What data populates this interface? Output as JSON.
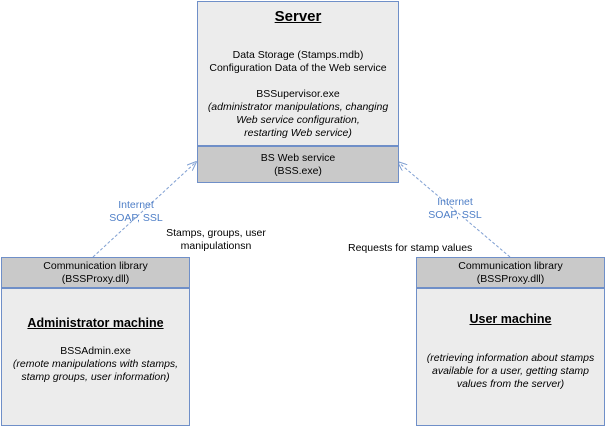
{
  "server": {
    "title": "Server",
    "storage_lines": [
      "Data Storage (Stamps.mdb)",
      "Configuration Data of the Web service"
    ],
    "supervisor_exe": "BSSupervisor.exe",
    "supervisor_desc_lines": [
      "(administrator manipulations, changing",
      "Web service configuration,",
      "restarting Web service)"
    ],
    "web_service_lines": [
      "BS Web service",
      "(BSS.exe)"
    ]
  },
  "admin_machine": {
    "library_lines": [
      "Communication library",
      "(BSSProxy.dll)"
    ],
    "title": "Administrator machine",
    "exe": "BSSAdmin.exe",
    "desc_lines": [
      "(remote manipulations with stamps,",
      "stamp groups, user information)"
    ]
  },
  "user_machine": {
    "library_lines": [
      "Communication library",
      "(BSSProxy.dll)"
    ],
    "title": "User machine",
    "desc_lines": [
      "(retrieving information about stamps",
      "available for a user, getting stamp",
      "values from the server)"
    ]
  },
  "links": {
    "left_lines": [
      "Internet",
      "SOAP, SSL"
    ],
    "right_lines": [
      "Internet",
      "SOAP, SSL"
    ],
    "left_note_lines": [
      "Stamps, groups, user",
      "manipulationsn"
    ],
    "right_note": "Requests for stamp values"
  },
  "colors": {
    "border": "#6f8fc8",
    "light_fill": "#ececec",
    "dark_fill": "#c9c9c9",
    "link_text": "#4f7fc7",
    "connector": "#7f9fd2"
  }
}
